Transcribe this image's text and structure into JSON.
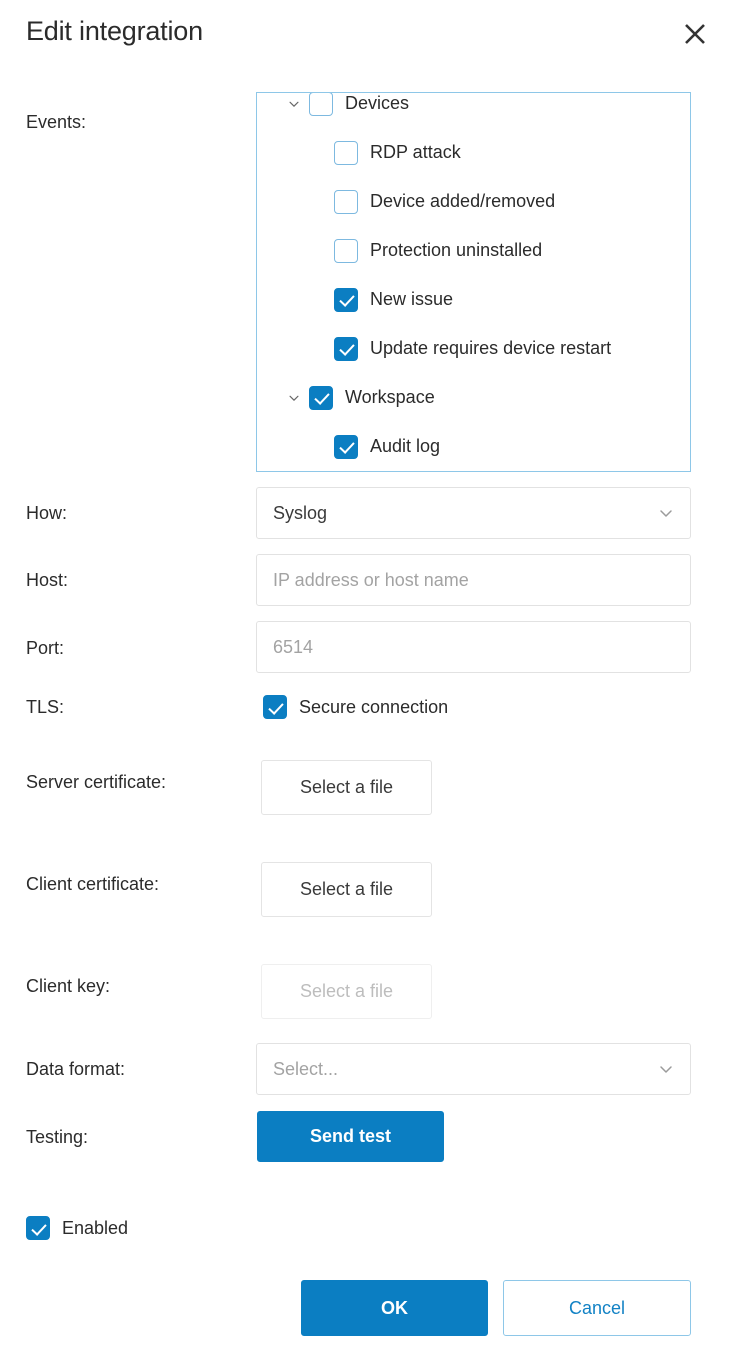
{
  "dialog": {
    "title": "Edit integration",
    "close_icon": "close-icon"
  },
  "colors": {
    "accent": "#0b7ec2",
    "accent_link": "#1282c5",
    "box_border": "#8ec7e8",
    "field_border": "#e2e2e2",
    "placeholder": "#a3a3a3",
    "text": "#2b2b2b",
    "disabled_text": "#bdbdbd"
  },
  "rows": {
    "events_label": "Events:",
    "how_label": "How:",
    "host_label": "Host:",
    "port_label": "Port:",
    "tls_label": "TLS:",
    "server_cert_label": "Server certificate:",
    "client_cert_label": "Client certificate:",
    "client_key_label": "Client key:",
    "data_format_label": "Data format:",
    "testing_label": "Testing:"
  },
  "events": {
    "scrolled": true,
    "tree": [
      {
        "label": "Devices",
        "type": "group",
        "checked": false,
        "expanded": true,
        "clipped": true
      },
      {
        "label": "RDP attack",
        "type": "child",
        "checked": false
      },
      {
        "label": "Device added/removed",
        "type": "child",
        "checked": false
      },
      {
        "label": "Protection uninstalled",
        "type": "child",
        "checked": false
      },
      {
        "label": "New issue",
        "type": "child",
        "checked": true
      },
      {
        "label": "Update requires device restart",
        "type": "child",
        "checked": true
      },
      {
        "label": "Workspace",
        "type": "group",
        "checked": true,
        "expanded": true
      },
      {
        "label": "Audit log",
        "type": "child",
        "checked": true
      }
    ]
  },
  "how": {
    "value": "Syslog",
    "caret_icon": "chevron-down-icon"
  },
  "host": {
    "value": "",
    "placeholder": "IP address or host name"
  },
  "port": {
    "value": "",
    "placeholder": "6514"
  },
  "tls": {
    "checked": true,
    "label": "Secure connection"
  },
  "server_certificate": {
    "button_label": "Select a file",
    "disabled": false
  },
  "client_certificate": {
    "button_label": "Select a file",
    "disabled": false
  },
  "client_key": {
    "button_label": "Select a file",
    "disabled": true
  },
  "data_format": {
    "value": "",
    "placeholder": "Select...",
    "caret_icon": "chevron-down-icon"
  },
  "testing": {
    "button_label": "Send test"
  },
  "enabled": {
    "checked": true,
    "label": "Enabled"
  },
  "footer": {
    "ok_label": "OK",
    "cancel_label": "Cancel"
  }
}
